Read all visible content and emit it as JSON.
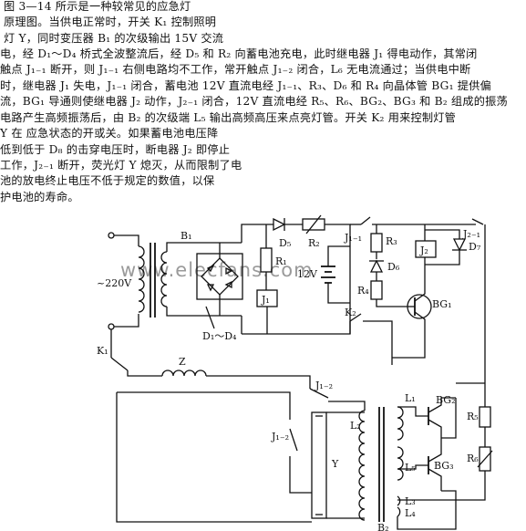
{
  "description_lines": [
    "图 3—14 所示是一种较常见的应急灯",
    "原理图。当供电正常时，开关 K₁ 控制照明",
    "灯 Y，同时变压器 B₁ 的次级输出 15V 交流",
    "电，经 D₁～D₄ 桥式全波整流后，经 D₅ 和 R₂ 向蓄电池充电，此时继电器 J₁ 得电动作，其常闭",
    "触点 J₁₋₁ 断开，则 J₁₋₁ 右侧电路均不工作，常开触点 J₁₋₂ 闭合，L₆ 无电流通过；当供电中断",
    "时，继电器 J₁ 失电，J₁₋₁ 闭合，蓄电池 12V 直流电经 J₁₋₁、R₃、D₆ 和 R₄ 向晶体管 BG₁ 提供偏",
    "流，BG₁ 导通则使继电器 J₂ 动作，J₂₋₁ 闭合，12V 直流电经 R₅、R₆、BG₂、BG₃ 和 B₂ 组成的振荡",
    "电路产生高频振荡后，由 B₂ 的次级端 L₅ 输出高频高压来点亮灯管。开关 K₂ 用来控制灯管",
    "Y 在 应急状态的开或关。如果蓄电池电压降",
    "低到低于 D₈ 的击穿电压时，断电器 J₂ 即停止",
    "工作，J₂₋₁ 断开，荧光灯 Y 熄灭，从而限制了电",
    "池的放电终止电压不低于规定的数值，以保",
    "护电池的寿命。"
  ],
  "watermark": "www.elecfans.com",
  "labels": {
    "B1": "B₁",
    "B2": "B₂",
    "mains": "~220V",
    "K1": "K₁",
    "K2": "K₂",
    "Z": "Z",
    "D5": "D₅",
    "R2": "R₂",
    "R1": "R₁",
    "J1": "J₁",
    "bridge": "D₁～D₄",
    "battery": "12V",
    "J1_1": "J₁₋₁",
    "R3": "R₃",
    "D6": "D₆",
    "R4": "R₄",
    "J2": "J₂",
    "D7": "D₇",
    "J2_1": "J₂₋₁",
    "BG1": "BG₁",
    "J1_2": "J₁₋₂",
    "L1": "L₁",
    "L2": "L₂",
    "L3": "L₃",
    "L4": "L₄",
    "L5": "L₅",
    "BG2": "BG₂",
    "BG3": "BG₃",
    "R5": "R₅",
    "R6": "R₆",
    "Y": "Y"
  }
}
